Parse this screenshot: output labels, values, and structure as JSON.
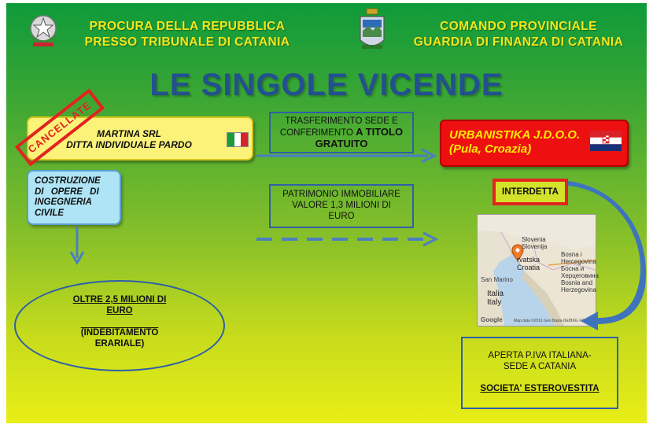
{
  "header": {
    "left_line1": "PROCURA DELLA REPUBBLICA",
    "left_line2": "PRESSO TRIBUNALE DI CATANIA",
    "right_line1": "COMANDO PROVINCIALE",
    "right_line2": "GUARDIA DI FINANZA DI CATANIA"
  },
  "title": "LE SINGOLE VICENDE",
  "company_box": {
    "line1": "MARTINA SRL",
    "line2": "DITTA INDIVIDUALE PARDO",
    "stamp": "CANCELLATE"
  },
  "transfer_note": {
    "line1": "TRASFERIMENTO SEDE E",
    "line2_plain": "CONFERIMENTO ",
    "line2_bold": "A TITOLO",
    "line3_bold": "GRATUITO"
  },
  "croatian_box": {
    "line1": "URBANISTIKA J.D.O.O.",
    "line2": "(Pula, Croazia)"
  },
  "activity_box": {
    "line1": "COSTRUZIONE",
    "line2": "DI OPERE DI",
    "line3": "INGEGNERIA",
    "line4": "CIVILE"
  },
  "patrimony_note": {
    "line1": "PATRIMONIO IMMOBILIARE",
    "line2": "VALORE 1,3 MILIONI DI",
    "line3": "EURO"
  },
  "interdetta_label": "INTERDETTA",
  "debt_ellipse": {
    "line1": "OLTRE 2,5 MILIONI DI",
    "line2": "EURO",
    "line3": "(INDEBITAMENTO",
    "line4": "ERARIALE)"
  },
  "final_box": {
    "line1": "APERTA P.IVA ITALIANA-",
    "line2": "SEDE A CATANIA",
    "line3": "SOCIETA' ESTEROVESTITA"
  },
  "map_labels": {
    "slovenia": "Slovenia",
    "slovenija": "Slovenija",
    "hrvatska": "rvatska",
    "croatia": "Croatia",
    "bosna1": "Bosna i",
    "hercegovina1": "Hercegovina",
    "bosna2": "Босна и",
    "hercegovina2": "Херцеговина",
    "bosnia": "Bosnia and",
    "herzegovina": "Herzegovina",
    "san_marino": "San Marino",
    "italia": "Italia",
    "italy": "Italy",
    "google": "Google",
    "copyright": "Map data ©2011 Geo Basis-DE/BKG ©2009"
  },
  "colors": {
    "header_text": "#f3e61a",
    "title": "#23508f",
    "arrow_blue": "#4b7fc2",
    "stamp_red": "#e2231f",
    "croatian_box_red": "#ee1010",
    "croatian_box_text": "#ffea00"
  }
}
